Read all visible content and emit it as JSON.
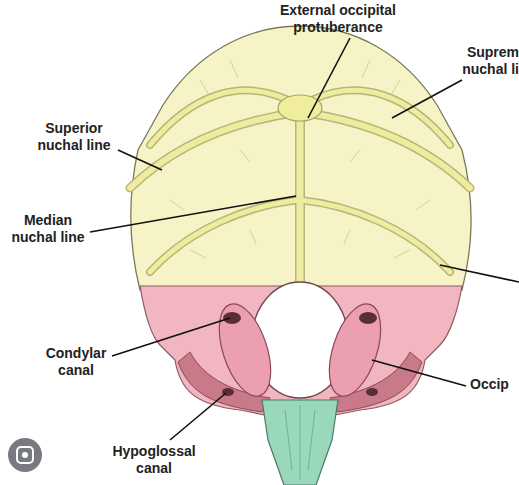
{
  "diagram": {
    "labels": [
      "External occipital protuberance",
      "Suprem nuchal li",
      "Superior nuchal line",
      "Median nuchal line",
      "Condylar canal",
      "Hypoglossal canal",
      "Occip"
    ]
  }
}
